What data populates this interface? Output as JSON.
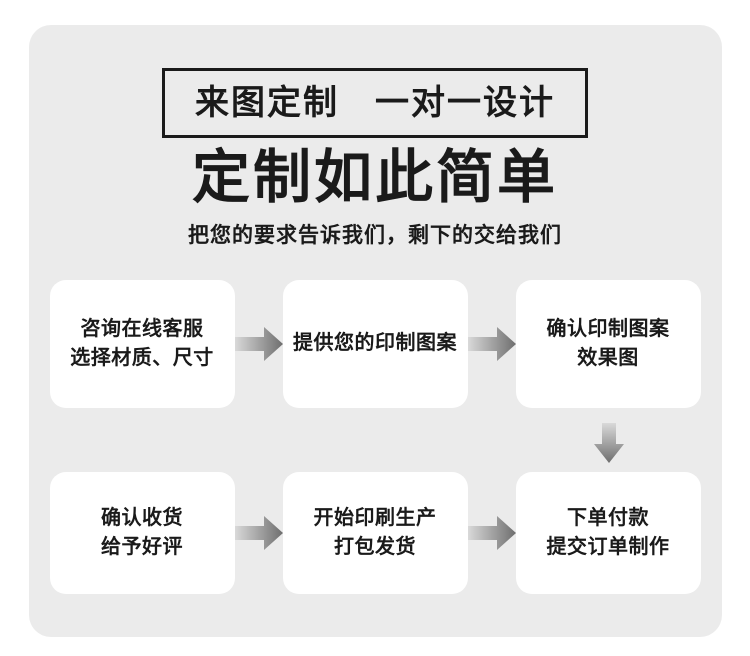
{
  "header": {
    "badge": "来图定制　一对一设计",
    "title": "定制如此简单",
    "subtitle": "把您的要求告诉我们，剩下的交给我们"
  },
  "steps": [
    {
      "line1": "咨询在线客服",
      "line2": "选择材质、尺寸"
    },
    {
      "line1": "提供您的印制图案",
      "line2": ""
    },
    {
      "line1": "确认印制图案",
      "line2": "效果图"
    },
    {
      "line1": "确认收货",
      "line2": "给予好评"
    },
    {
      "line1": "开始印刷生产",
      "line2": "打包发货"
    },
    {
      "line1": "下单付款",
      "line2": "提交订单制作"
    }
  ],
  "colors": {
    "page_bg": "#ffffff",
    "panel_bg": "#ebebeb",
    "card_bg": "#ffffff",
    "text": "#1a1a1a",
    "badge_border": "#1a1a1a",
    "arrow_light": "#d9d9d9",
    "arrow_dark": "#6e6e6e"
  }
}
